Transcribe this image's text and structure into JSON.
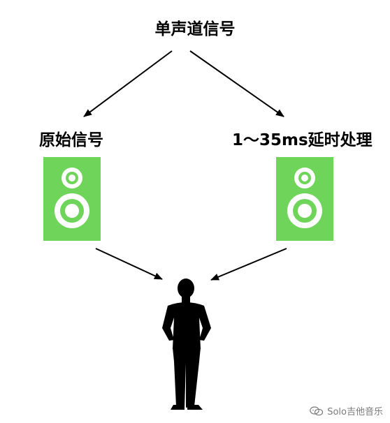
{
  "nodes": {
    "source": "单声道信号",
    "left_branch": "原始信号",
    "right_branch": "1～35ms延时处理"
  },
  "colors": {
    "speaker": "#6fd55a",
    "ink": "#000000",
    "watermark": "#7a7a7a"
  },
  "icons": [
    "speaker-left-icon",
    "speaker-right-icon",
    "listener-silhouette-icon",
    "wechat-logo-icon"
  ],
  "watermark": "Solo吉他音乐"
}
